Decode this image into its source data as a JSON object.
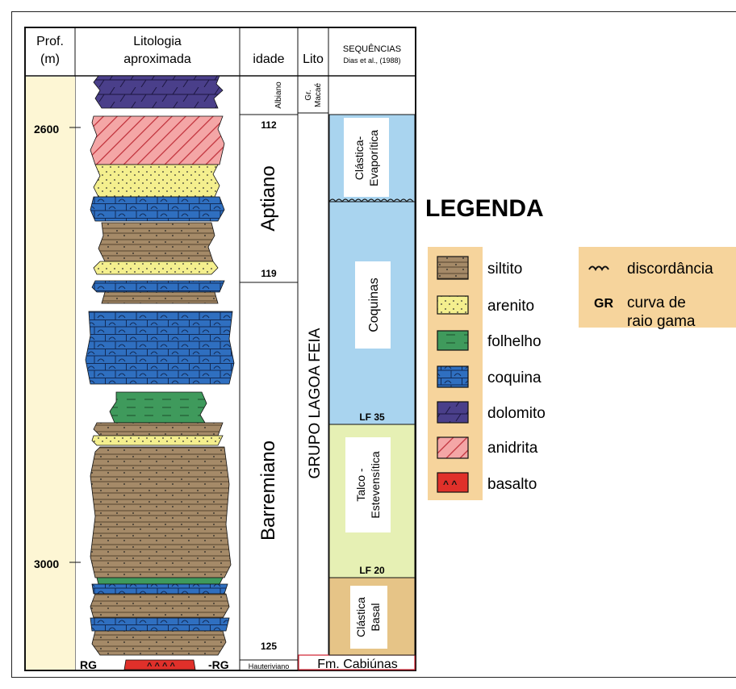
{
  "headers": {
    "prof_line1": "Prof.",
    "prof_line2": "(m)",
    "lito_line1": "Litologia",
    "lito_line2": "aproximada",
    "idade": "idade",
    "lito": "Lito",
    "seq_line1": "SEQUÊNCIAS",
    "seq_line2": "Dias et al., (1988)"
  },
  "depth_ticks": [
    "2600",
    "3000"
  ],
  "ages": {
    "albiano": "Albiano",
    "aptiano": "Aptiano",
    "barremiano": "Barremiano",
    "hauteriviano": "Hauteriviano",
    "age_112": "112",
    "age_119": "119",
    "age_125": "125"
  },
  "lito": {
    "macae": "Gr. Macaé",
    "macae_l1": "Gr.",
    "macae_l2": "Macaé",
    "lagoa_feia": "GRUPO LAGOA FEIA",
    "cabiunas": "Fm. Cabiúnas"
  },
  "sequences": {
    "clastica_evap_l1": "Clástica-",
    "clastica_evap_l2": "Evaporítica",
    "coquinas": "Coquinas",
    "lf35": "LF 35",
    "talco_l1": "Talco -",
    "talco_l2": "Estevensítica",
    "lf20": "LF 20",
    "clastica_basal_l1": "Clástica",
    "clastica_basal_l2": "Basal"
  },
  "rg_left": "RG",
  "rg_right": "-RG",
  "legend": {
    "title": "LEGENDA",
    "items": [
      "siltito",
      "arenito",
      "folhelho",
      "coquina",
      "dolomito",
      "anidrita",
      "basalto"
    ],
    "discordancia": "discordância",
    "gr_symbol": "GR",
    "gr_l1": "curva de",
    "gr_l2": "raio gama"
  },
  "colors": {
    "siltito": "#a58a68",
    "arenito": "#f4ef8e",
    "folhelho": "#3f9a5c",
    "coquina": "#2f6fc0",
    "dolomito": "#4a3f8a",
    "anidrita": "#f4a6a6",
    "basalto": "#e0302a",
    "seq_blue": "#a9d4ef",
    "seq_green": "#e6f0b4",
    "seq_tan": "#e6c487",
    "prof_col": "#fdf6d4",
    "legend_bg": "#f6d49c"
  }
}
